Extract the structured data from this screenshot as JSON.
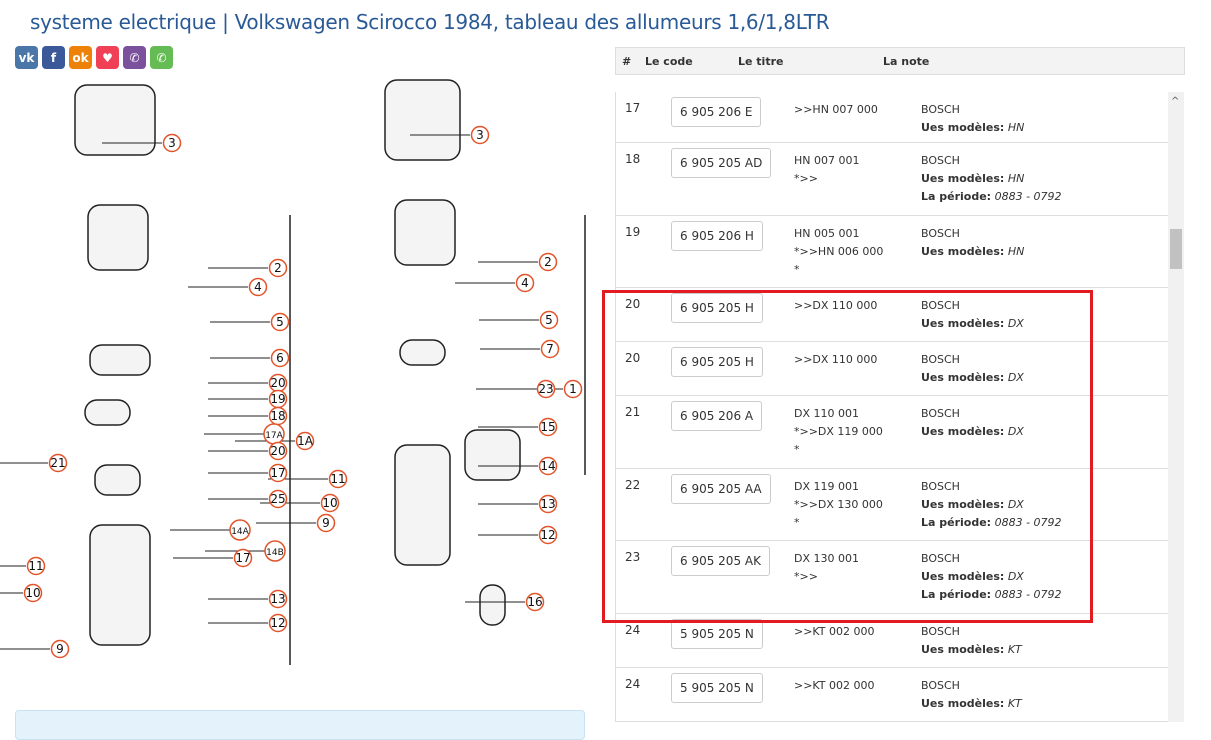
{
  "title": "systeme electrique | Volkswagen Scirocco 1984, tableau des allumeurs 1,6/1,8LTR",
  "share": [
    {
      "name": "vk",
      "glyph": "vk",
      "color": "#4a76a8"
    },
    {
      "name": "facebook",
      "glyph": "f",
      "color": "#3b5998"
    },
    {
      "name": "odnoklassniki",
      "glyph": "ok",
      "color": "#ee8208"
    },
    {
      "name": "pocket",
      "glyph": "♥",
      "color": "#ef4056"
    },
    {
      "name": "viber",
      "glyph": "✆",
      "color": "#7b519d"
    },
    {
      "name": "whatsapp",
      "glyph": "✆",
      "color": "#65bc54"
    }
  ],
  "diagram": {
    "left_labels": [
      "3",
      "2",
      "4",
      "5",
      "6",
      "20",
      "19",
      "18",
      "17A",
      "1A",
      "20",
      "17",
      "21",
      "25",
      "14A",
      "17",
      "14B",
      "11",
      "10",
      "9",
      "13",
      "12"
    ],
    "right_labels": [
      "3",
      "2",
      "4",
      "5",
      "7",
      "23",
      "1",
      "15",
      "14",
      "11",
      "10",
      "13",
      "9",
      "12",
      "16"
    ]
  },
  "table": {
    "headers": {
      "num": "#",
      "code": "Le code",
      "title": "Le titre",
      "note": "La note"
    },
    "rows": [
      {
        "num": "17",
        "code": "6 905 206 E",
        "title": [
          ">>HN 007 000"
        ],
        "brand": "BOSCH",
        "models_label": "Ues modèles:",
        "models": "HN"
      },
      {
        "num": "18",
        "code": "6 905 205 AD",
        "title": [
          "HN 007 001",
          "*>>"
        ],
        "brand": "BOSCH",
        "models_label": "Ues modèles:",
        "models": "HN",
        "period_label": "La période:",
        "period": "0883 - 0792"
      },
      {
        "num": "19",
        "code": "6 905 206 H",
        "title": [
          "HN 005 001",
          "*>>HN 006 000",
          "*"
        ],
        "brand": "BOSCH",
        "models_label": "Ues modèles:",
        "models": "HN"
      },
      {
        "num": "20",
        "code": "6 905 205 H",
        "title": [
          ">>DX 110 000"
        ],
        "brand": "BOSCH",
        "models_label": "Ues modèles:",
        "models": "DX"
      },
      {
        "num": "20",
        "code": "6 905 205 H",
        "title": [
          ">>DX 110 000"
        ],
        "brand": "BOSCH",
        "models_label": "Ues modèles:",
        "models": "DX"
      },
      {
        "num": "21",
        "code": "6 905 206 A",
        "title": [
          "DX 110 001",
          "*>>DX 119 000",
          "*"
        ],
        "brand": "BOSCH",
        "models_label": "Ues modèles:",
        "models": "DX"
      },
      {
        "num": "22",
        "code": "6 905 205 AA",
        "title": [
          "DX 119 001",
          "*>>DX 130 000",
          "*"
        ],
        "brand": "BOSCH",
        "models_label": "Ues modèles:",
        "models": "DX",
        "period_label": "La période:",
        "period": "0883 - 0792"
      },
      {
        "num": "23",
        "code": "6 905 205 AK",
        "title": [
          "DX 130 001",
          "*>>"
        ],
        "brand": "BOSCH",
        "models_label": "Ues modèles:",
        "models": "DX",
        "period_label": "La période:",
        "period": "0883 - 0792"
      },
      {
        "num": "24",
        "code": "5 905 205 N",
        "title": [
          ">>KT 002 000"
        ],
        "brand": "BOSCH",
        "models_label": "Ues modèles:",
        "models": "KT"
      },
      {
        "num": "24",
        "code": "5 905 205 N",
        "title": [
          ">>KT 002 000"
        ],
        "brand": "BOSCH",
        "models_label": "Ues modèles:",
        "models": "KT"
      }
    ]
  },
  "colors": {
    "title": "#2a5a96",
    "callout": "#e2542a",
    "highlight": "#e21b23"
  }
}
